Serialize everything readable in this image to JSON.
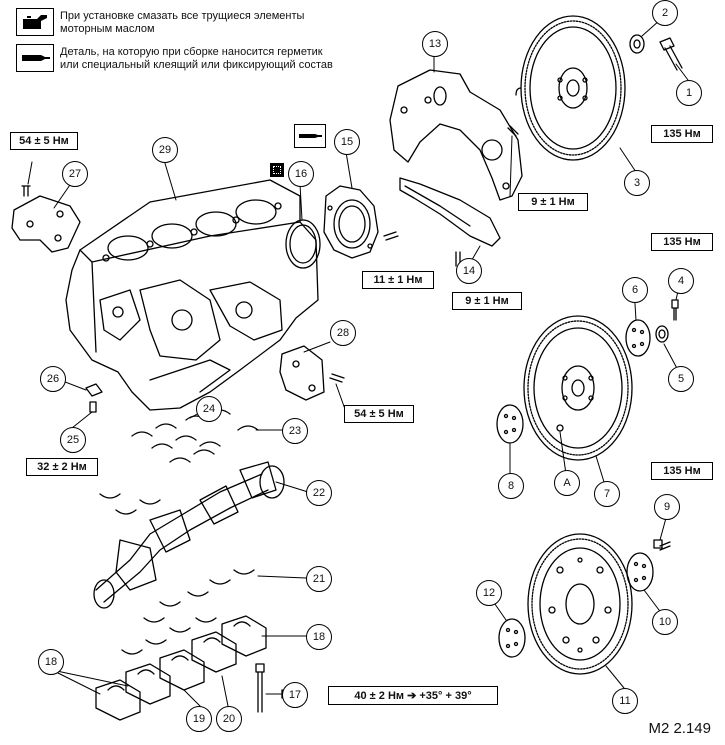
{
  "legend": {
    "oil_text_line1": "При установке смазать все трущиеся элементы",
    "oil_text_line2": "моторным маслом",
    "sealant_text_line1": "Деталь, на которую при сборке наносится герметик",
    "sealant_text_line2": "или специальный клеящий или фиксирующий состав",
    "oil_icon": "oil-can-icon",
    "sealant_icon": "sealant-tube-icon"
  },
  "callouts": {
    "c1": "1",
    "c2": "2",
    "c3": "3",
    "c4": "4",
    "c5": "5",
    "c6": "6",
    "c7": "7",
    "c8": "8",
    "c9": "9",
    "c10": "10",
    "c11": "11",
    "c12": "12",
    "c13": "13",
    "c14": "14",
    "c15": "15",
    "c16": "16",
    "c17": "17",
    "c18a": "18",
    "c18b": "18",
    "c19": "19",
    "c20": "20",
    "c21": "21",
    "c22": "22",
    "c23": "23",
    "c24": "24",
    "c25": "25",
    "c26": "26",
    "c27": "27",
    "c28": "28",
    "c29": "29",
    "cA": "A"
  },
  "torques": {
    "t1": "135 Нм",
    "t4": "135 Нм",
    "t9": "135 Нм",
    "t27": "54 ± 5 Нм",
    "t28": "54 ± 5 Нм",
    "t_cover": "9 ± 1 Нм",
    "t14": "9 ± 1 Нм",
    "t15": "11 ± 1 Нм",
    "t25": "32 ± 2 Нм",
    "t17": "40 ± 2 Нм ➔ +35° + 39°"
  },
  "figure_code": "M2 2.149"
}
